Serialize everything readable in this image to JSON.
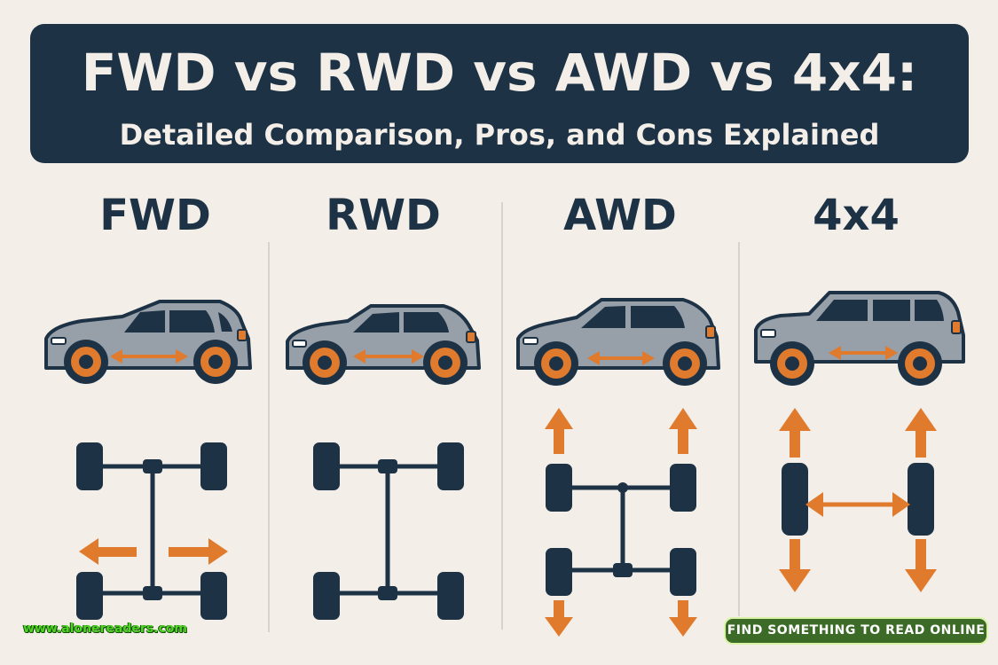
{
  "title": "FWD vs RWD vs AWD vs 4x4:",
  "subtitle": "Detailed Comparison, Pros, and Cons Explained",
  "drivetrains": [
    {
      "label": "FWD",
      "body": "sedan",
      "driven": "front"
    },
    {
      "label": "RWD",
      "body": "hatchback",
      "driven": "rear"
    },
    {
      "label": "AWD",
      "body": "hatchback",
      "driven": "all"
    },
    {
      "label": "4x4",
      "body": "suv",
      "driven": "four"
    }
  ],
  "footer": {
    "website": "www.alonereaders.com",
    "tagline": "FIND SOMETHING TO READ ONLINE"
  },
  "colors": {
    "navy": "#1e3246",
    "orange": "#e07a2c",
    "car_gray": "#979fa8",
    "background": "#f3efe8"
  }
}
